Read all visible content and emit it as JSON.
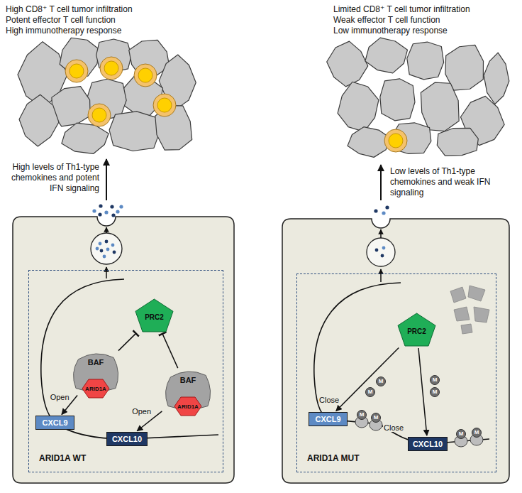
{
  "diagram": {
    "nodes": [
      {
        "text": [
          "ARID1A WT"
        ]
      },
      {
        "text": [
          "CXCL9"
        ],
        "in": 0
      },
      {
        "text": [
          "PRC2"
        ],
        "in": 0
      },
      {
        "text": [
          "BAF"
        ],
        "in": 0
      },
      {
        "text": [
          "ARID1A"
        ],
        "in": 3
      },
      {
        "text": [
          "BAF"
        ],
        "in": 0
      },
      {
        "text": [
          "ARID1A"
        ],
        "in": 5
      },
      {
        "text": [
          "CXCL10"
        ],
        "in": 0
      },
      {
        "text": [
          "ARID1A MUT"
        ]
      },
      {
        "text": [
          "CXCL9"
        ],
        "in": 8
      },
      {
        "text": [
          "PRC2"
        ],
        "in": 8
      },
      {
        "text": [
          "CXCL10"
        ],
        "in": 8
      }
    ],
    "edges": [
      {
        "from": 3,
        "to": 1,
        "label": "Open",
        "arrow": "to"
      },
      {
        "from": 5,
        "to": 7,
        "label": "Open",
        "arrow": "to"
      },
      {
        "from": 3,
        "to": 2,
        "arrow": "to"
      },
      {
        "from": 5,
        "to": 2,
        "arrow": "to"
      },
      {
        "from": 10,
        "to": 9,
        "arrow": "to"
      },
      {
        "from": 10,
        "to": 11,
        "arrow": "to"
      }
    ],
    "labels": [
      "High CD8⁺ T cell tumor infiltration",
      "Potent effector T cell function",
      "High immunotherapy response",
      "Limited CD8⁺ T cell tumor infiltration",
      "Weak effector T cell function",
      "Low immunotherapy response",
      "High levels of Th1-type chemokines and potent IFN signaling",
      "Low levels of Th1-type chemokines and weak IFN signaling",
      "Close",
      "Close",
      "M",
      "M",
      "M",
      "M",
      "M",
      "M",
      "M",
      "M"
    ]
  }
}
